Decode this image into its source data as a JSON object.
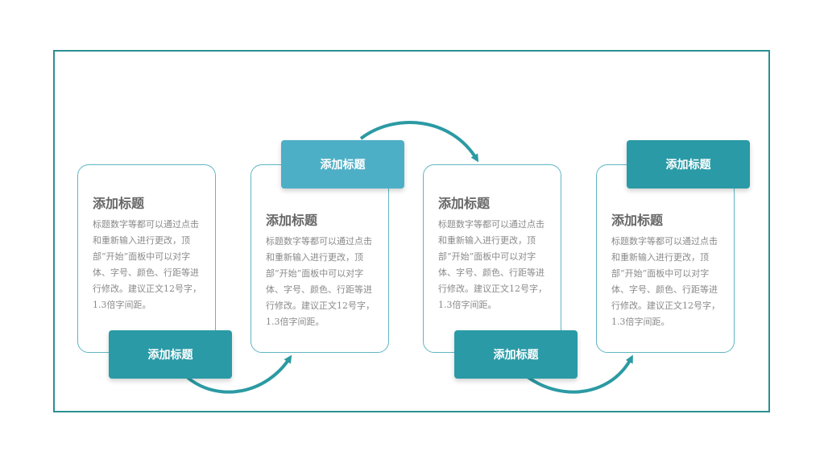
{
  "steps": [
    {
      "card_title": "添加标题",
      "tag_label": "添加标题",
      "body": "标题数字等都可以通过点击和重新输入进行更改，顶部“开始”面板中可以对字体、字号、颜色、行距等进行修改。建议正文12号字，1.3倍字间距。"
    },
    {
      "card_title": "添加标题",
      "tag_label": "添加标题",
      "body": "标题数字等都可以通过点击和重新输入进行更改，顶部“开始”面板中可以对字体、字号、颜色、行距等进行修改。建议正文12号字，1.3倍字间距。"
    },
    {
      "card_title": "添加标题",
      "tag_label": "添加标题",
      "body": "标题数字等都可以通过点击和重新输入进行更改，顶部“开始”面板中可以对字体、字号、颜色、行距等进行修改。建议正文12号字，1.3倍字间距。"
    },
    {
      "card_title": "添加标题",
      "tag_label": "添加标题",
      "body": "标题数字等都可以通过点击和重新输入进行更改，顶部“开始”面板中可以对字体、字号、颜色、行距等进行修改。建议正文12号字，1.3倍字间距。"
    }
  ],
  "colors": {
    "frame": "#2b8f92",
    "tag_dark": "#2a9aa6",
    "tag_light": "#4dafc6",
    "arrow": "#2b9aa3",
    "card_border": "#5fb6c3"
  }
}
